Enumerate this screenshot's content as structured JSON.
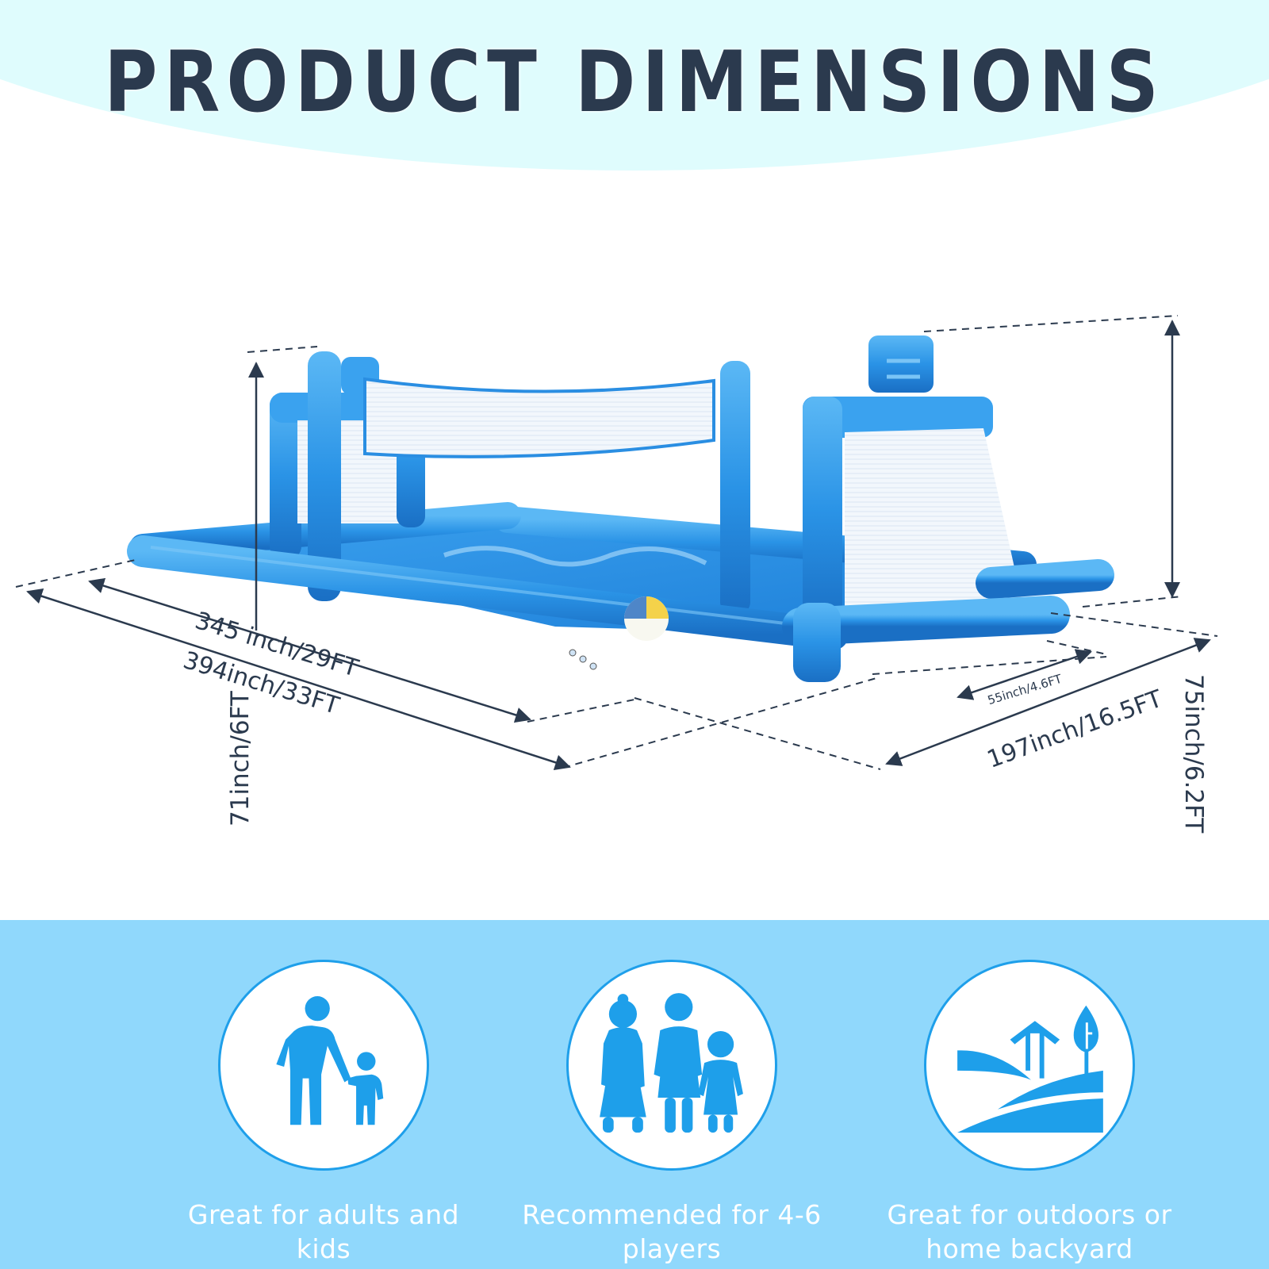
{
  "header": {
    "title": "PRODUCT DIMENSIONS"
  },
  "dimensions": {
    "height_left": "71inch/6FT",
    "height_right": "75inch/6.2FT",
    "inner_length": "345 inch/29FT",
    "outer_length": "394inch/33FT",
    "goal_depth": "55inch/4.6FT",
    "width": "197inch/16.5FT"
  },
  "features": [
    {
      "icon": "adult-and-child-icon",
      "label": "Great for adults and kids"
    },
    {
      "icon": "family-group-icon",
      "label": "Recommended for 4-6 players"
    },
    {
      "icon": "house-landscape-icon",
      "label": "Great for outdoors or home backyard"
    }
  ],
  "colors": {
    "title": "#2b3a4e",
    "top_background": "#dffcfd",
    "bottom_band": "#90d8fc",
    "icon_blue": "#1e9fea",
    "pool_blue": "#2b8fe0",
    "dimension_line": "#2b3a4e"
  }
}
